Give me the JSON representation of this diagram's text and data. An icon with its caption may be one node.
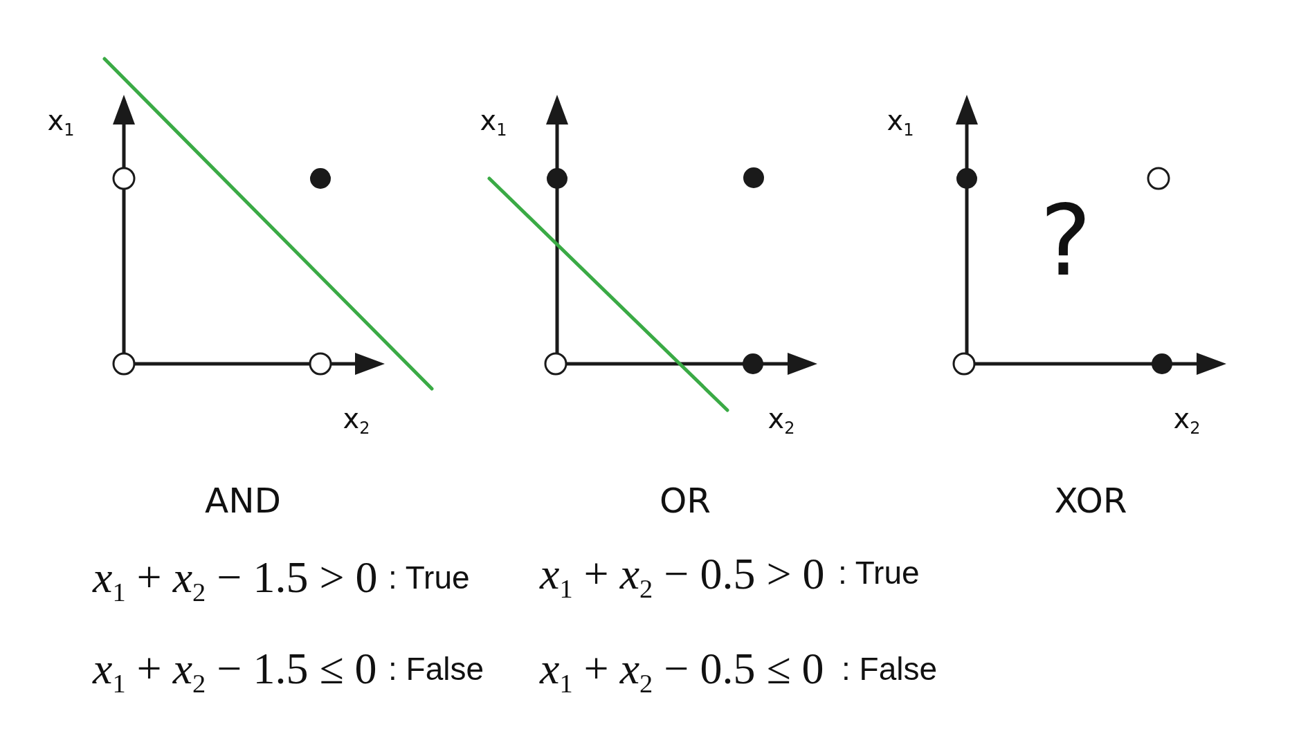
{
  "diagram": {
    "labels": [
      "x$_{1}$",
      "x$_{2}$",
      "AND",
      "x$_{1}$",
      "x$_{2}$",
      "OR",
      "x$_{1}$",
      "?",
      "x$_{2}$",
      "XOR",
      "*x*$_{1}$ + *x*$_{2}$ − 1.5 > 0",
      ": True",
      "*x*$_{1}$ + *x*$_{2}$ − 0.5 > 0",
      ": True",
      "*x*$_{1}$ + *x*$_{2}$ − 1.5 ≤ 0",
      ": False",
      "*x*$_{1}$ + *x*$_{2}$ − 0.5 ≤ 0",
      ": False"
    ]
  }
}
